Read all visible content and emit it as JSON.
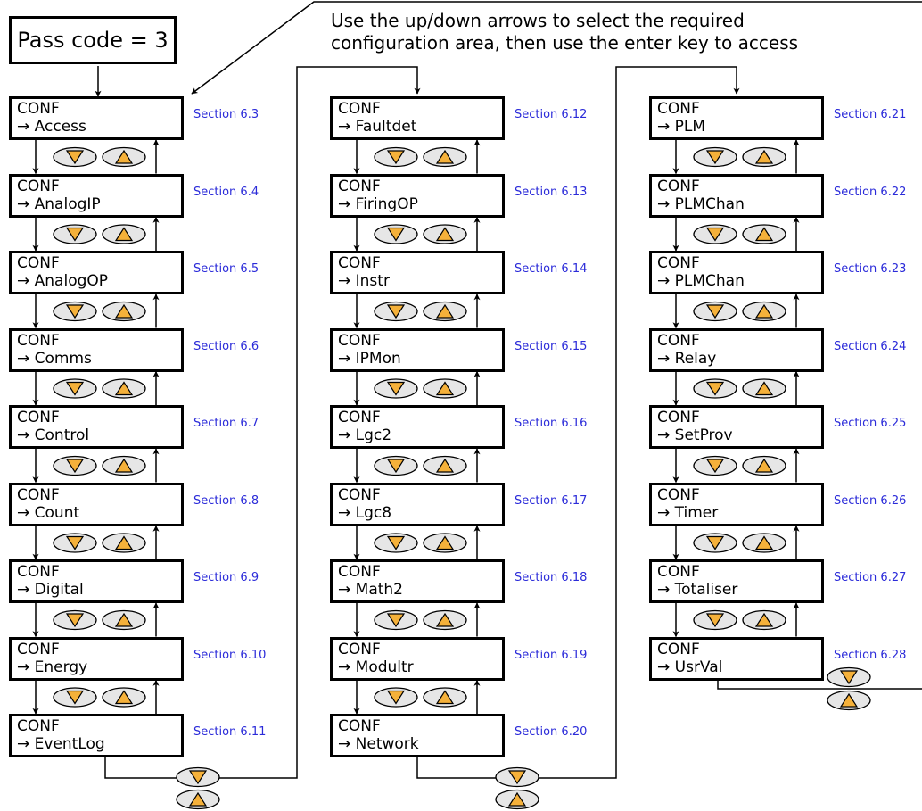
{
  "pass_code": "Pass code = 3",
  "instruction": "Use the up/down arrows to select the required\nconfiguration area, then use the enter key to access",
  "box_title": "CONF",
  "colors": {
    "key_fill": "#f5b13a",
    "key_shell": "#e6e6e6",
    "section_link": "#2b2bd9",
    "line": "#000000"
  },
  "columns": [
    {
      "items": [
        {
          "label": "→ Access",
          "section": "Section 6.3"
        },
        {
          "label": "→ AnalogIP",
          "section": "Section 6.4"
        },
        {
          "label": "→ AnalogOP",
          "section": "Section 6.5"
        },
        {
          "label": "→ Comms",
          "section": "Section 6.6"
        },
        {
          "label": "→ Control",
          "section": "Section 6.7"
        },
        {
          "label": "→ Count",
          "section": "Section 6.8"
        },
        {
          "label": "→ Digital",
          "section": "Section 6.9"
        },
        {
          "label": "→ Energy",
          "section": "Section 6.10"
        },
        {
          "label": "→ EventLog",
          "section": "Section 6.11"
        }
      ]
    },
    {
      "items": [
        {
          "label": "→ Faultdet",
          "section": "Section 6.12"
        },
        {
          "label": "→ FiringOP",
          "section": "Section 6.13"
        },
        {
          "label": "→ Instr",
          "section": "Section 6.14"
        },
        {
          "label": "→ IPMon",
          "section": "Section 6.15"
        },
        {
          "label": "→ Lgc2",
          "section": "Section 6.16"
        },
        {
          "label": "→ Lgc8",
          "section": "Section 6.17"
        },
        {
          "label": "→ Math2",
          "section": "Section 6.18"
        },
        {
          "label": "→ Modultr",
          "section": "Section 6.19"
        },
        {
          "label": "→ Network",
          "section": "Section 6.20"
        }
      ]
    },
    {
      "items": [
        {
          "label": "→ PLM",
          "section": "Section 6.21"
        },
        {
          "label": "→ PLMChan",
          "section": "Section 6.22"
        },
        {
          "label": "→ PLMChan",
          "section": "Section 6.23"
        },
        {
          "label": "→ Relay",
          "section": "Section 6.24"
        },
        {
          "label": "→ SetProv",
          "section": "Section 6.25"
        },
        {
          "label": "→ Timer",
          "section": "Section 6.26"
        },
        {
          "label": "→ Totaliser",
          "section": "Section 6.27"
        },
        {
          "label": "→ UsrVal",
          "section": "Section 6.28"
        }
      ]
    }
  ]
}
